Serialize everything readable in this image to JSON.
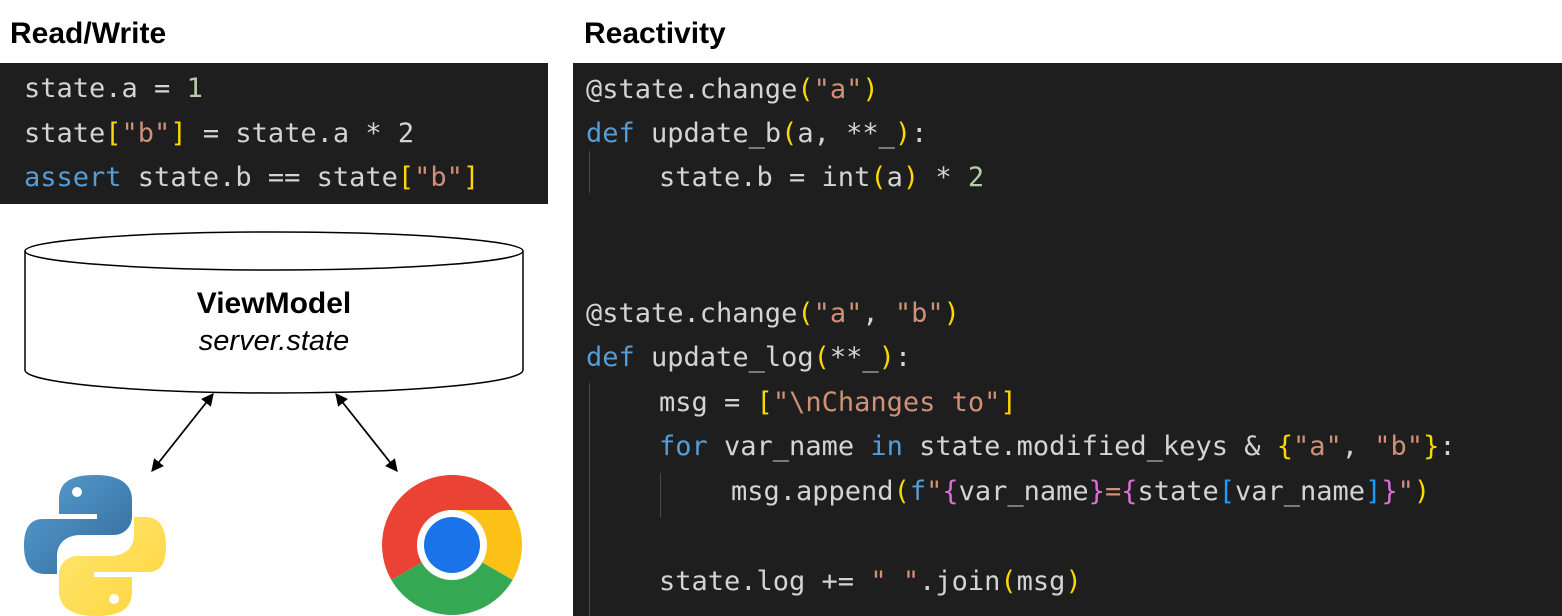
{
  "left_title": "Read/Write",
  "right_title": "Reactivity",
  "viewmodel": {
    "title": "ViewModel",
    "subtitle": "server.state"
  },
  "icons": {
    "python": "python-logo-icon",
    "chrome": "chrome-logo-icon"
  },
  "colors": {
    "code_bg": "#1e1e1e",
    "keyword": "#569cd6",
    "string": "#ce9178",
    "number": "#b5cea8",
    "bracket_gold": "#ffd700",
    "bracket_purple": "#da70d6",
    "bracket_blue": "#179fff"
  },
  "left_code": {
    "l1": {
      "a": "state.a = ",
      "b": "1"
    },
    "l2": {
      "a": "state",
      "b": "[",
      "c": "\"b\"",
      "d": "]",
      "e": " = state.a * 2"
    },
    "l3": {
      "a": "assert",
      "b": " state.b == state",
      "c": "[",
      "d": "\"b\"",
      "e": "]"
    }
  },
  "right_code": {
    "l1": {
      "a": "@state.change",
      "b": "(",
      "c": "\"a\"",
      "d": ")"
    },
    "l2": {
      "a": "def",
      "b": " update_b",
      "c": "(",
      "d": "a, **_",
      "e": ")",
      "f": ":"
    },
    "l3": {
      "a": "state.b = int",
      "b": "(",
      "c": "a",
      "d": ")",
      "e": " * ",
      "f": "2"
    },
    "l4": {
      "a": "@state.change",
      "b": "(",
      "c": "\"a\"",
      "d": ", ",
      "e": "\"b\"",
      "f": ")"
    },
    "l5": {
      "a": "def",
      "b": " update_log",
      "c": "(",
      "d": "**_",
      "e": ")",
      "f": ":"
    },
    "l6": {
      "a": "msg = ",
      "b": "[",
      "c": "\"\\nChanges to\"",
      "d": "]"
    },
    "l7": {
      "a": "for",
      "b": " var_name ",
      "c": "in",
      "d": " state.modified_keys & ",
      "e": "{",
      "f": "\"a\"",
      "g": ", ",
      "h": "\"b\"",
      "i": "}",
      "j": ":"
    },
    "l8": {
      "a": "msg.append",
      "b": "(",
      "c": "f",
      "d": "\"",
      "e": "{",
      "f": "var_name",
      "g": "}",
      "h": "=",
      "i": "{",
      "j": "state",
      "k": "[",
      "l": "var_name",
      "m": "]",
      "n": "}",
      "o": "\"",
      "p": ")"
    },
    "l9": {
      "a": "state.log += ",
      "b": "\" \"",
      "c": ".join",
      "d": "(",
      "e": "msg",
      "f": ")"
    }
  }
}
